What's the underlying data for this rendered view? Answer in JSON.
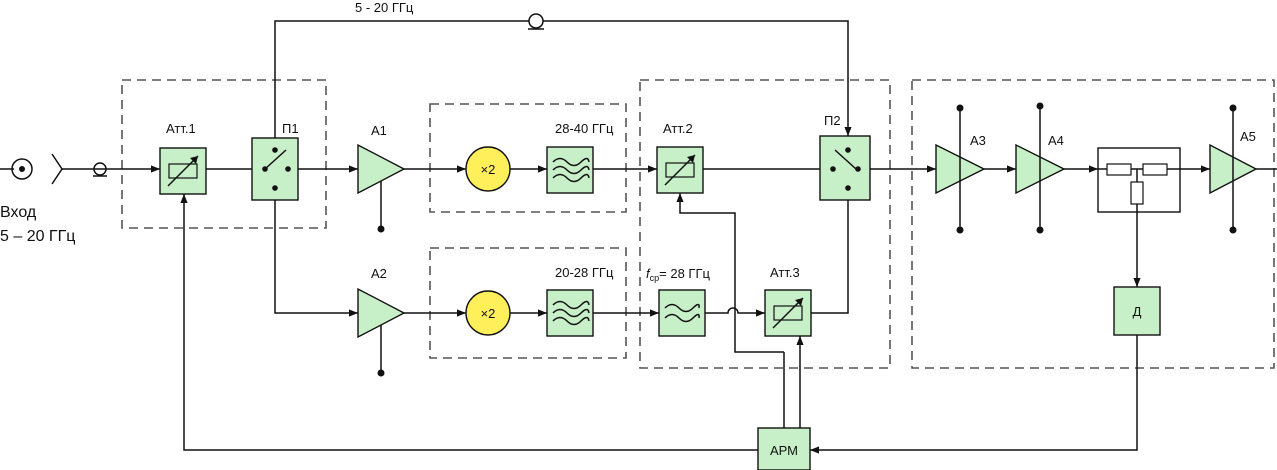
{
  "labels": {
    "input_title": "Вход",
    "input_range": "5 – 20 ГГц",
    "bypass_range": "5 - 20 ГГц",
    "att1": "Атт.1",
    "att2": "Атт.2",
    "att3": "Атт.3",
    "p1": "П1",
    "p2": "П2",
    "a1": "А1",
    "a2": "А2",
    "a3": "А3",
    "a4": "А4",
    "a5": "А5",
    "mult": "×2",
    "filter_upper": "28-40 ГГц",
    "filter_lower": "20-28 ГГц",
    "hpf_f": "f",
    "hpf_sub": "ср",
    "hpf_value": "= 28 ГГц",
    "detector": "Д",
    "arm": "АРМ"
  },
  "icons": {
    "input_connector": "coax-connector-icon",
    "att": "variable-attenuator-icon",
    "switch": "switch-icon",
    "filter": "band-filter-icon",
    "coupler": "directional-coupler-icon"
  },
  "colors": {
    "block_fill": "#c8f0c8",
    "multiplier_fill": "#ffef5a",
    "line": "#111111",
    "dashed_group": "#555555"
  }
}
